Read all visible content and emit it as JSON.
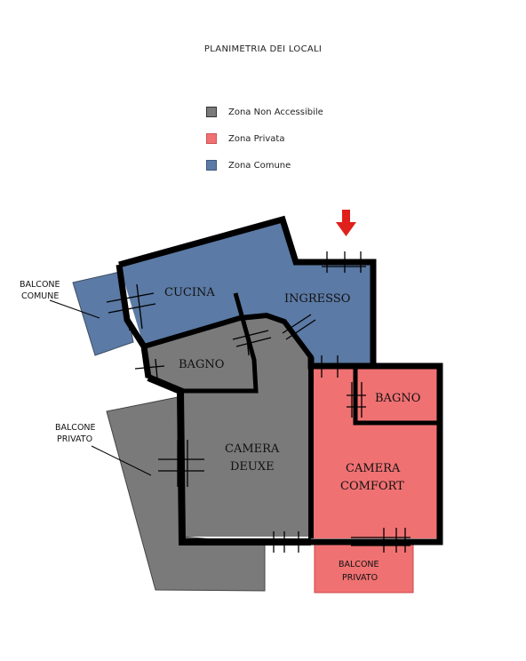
{
  "title": "PLANIMETRIA DEI LOCALI",
  "legend": [
    {
      "label": "Zona Non Accessibile",
      "color": "#7a7a7a"
    },
    {
      "label": "Zona Privata",
      "color": "#f07172"
    },
    {
      "label": "Zona Comune",
      "color": "#5b7aa5"
    }
  ],
  "rooms": {
    "cucina": "CUCINA",
    "ingresso": "INGRESSO",
    "bagno_left": "BAGNO",
    "bagno_right": "BAGNO",
    "camera_deuxe_1": "CAMERA",
    "camera_deuxe_2": "DEUXE",
    "camera_comfort_1": "CAMERA",
    "camera_comfort_2": "COMFORT",
    "balcone_privato_right_1": "BALCONE",
    "balcone_privato_right_2": "PRIVATO"
  },
  "callouts": {
    "balcone_comune_1": "BALCONE",
    "balcone_comune_2": "COMUNE",
    "balcone_privato_left_1": "BALCONE",
    "balcone_privato_left_2": "PRIVATO"
  },
  "colors": {
    "comune": "#5b7aa5",
    "privata": "#f07172",
    "non_accessibile": "#7a7a7a",
    "wall": "#000000",
    "arrow": "#e0201b"
  }
}
